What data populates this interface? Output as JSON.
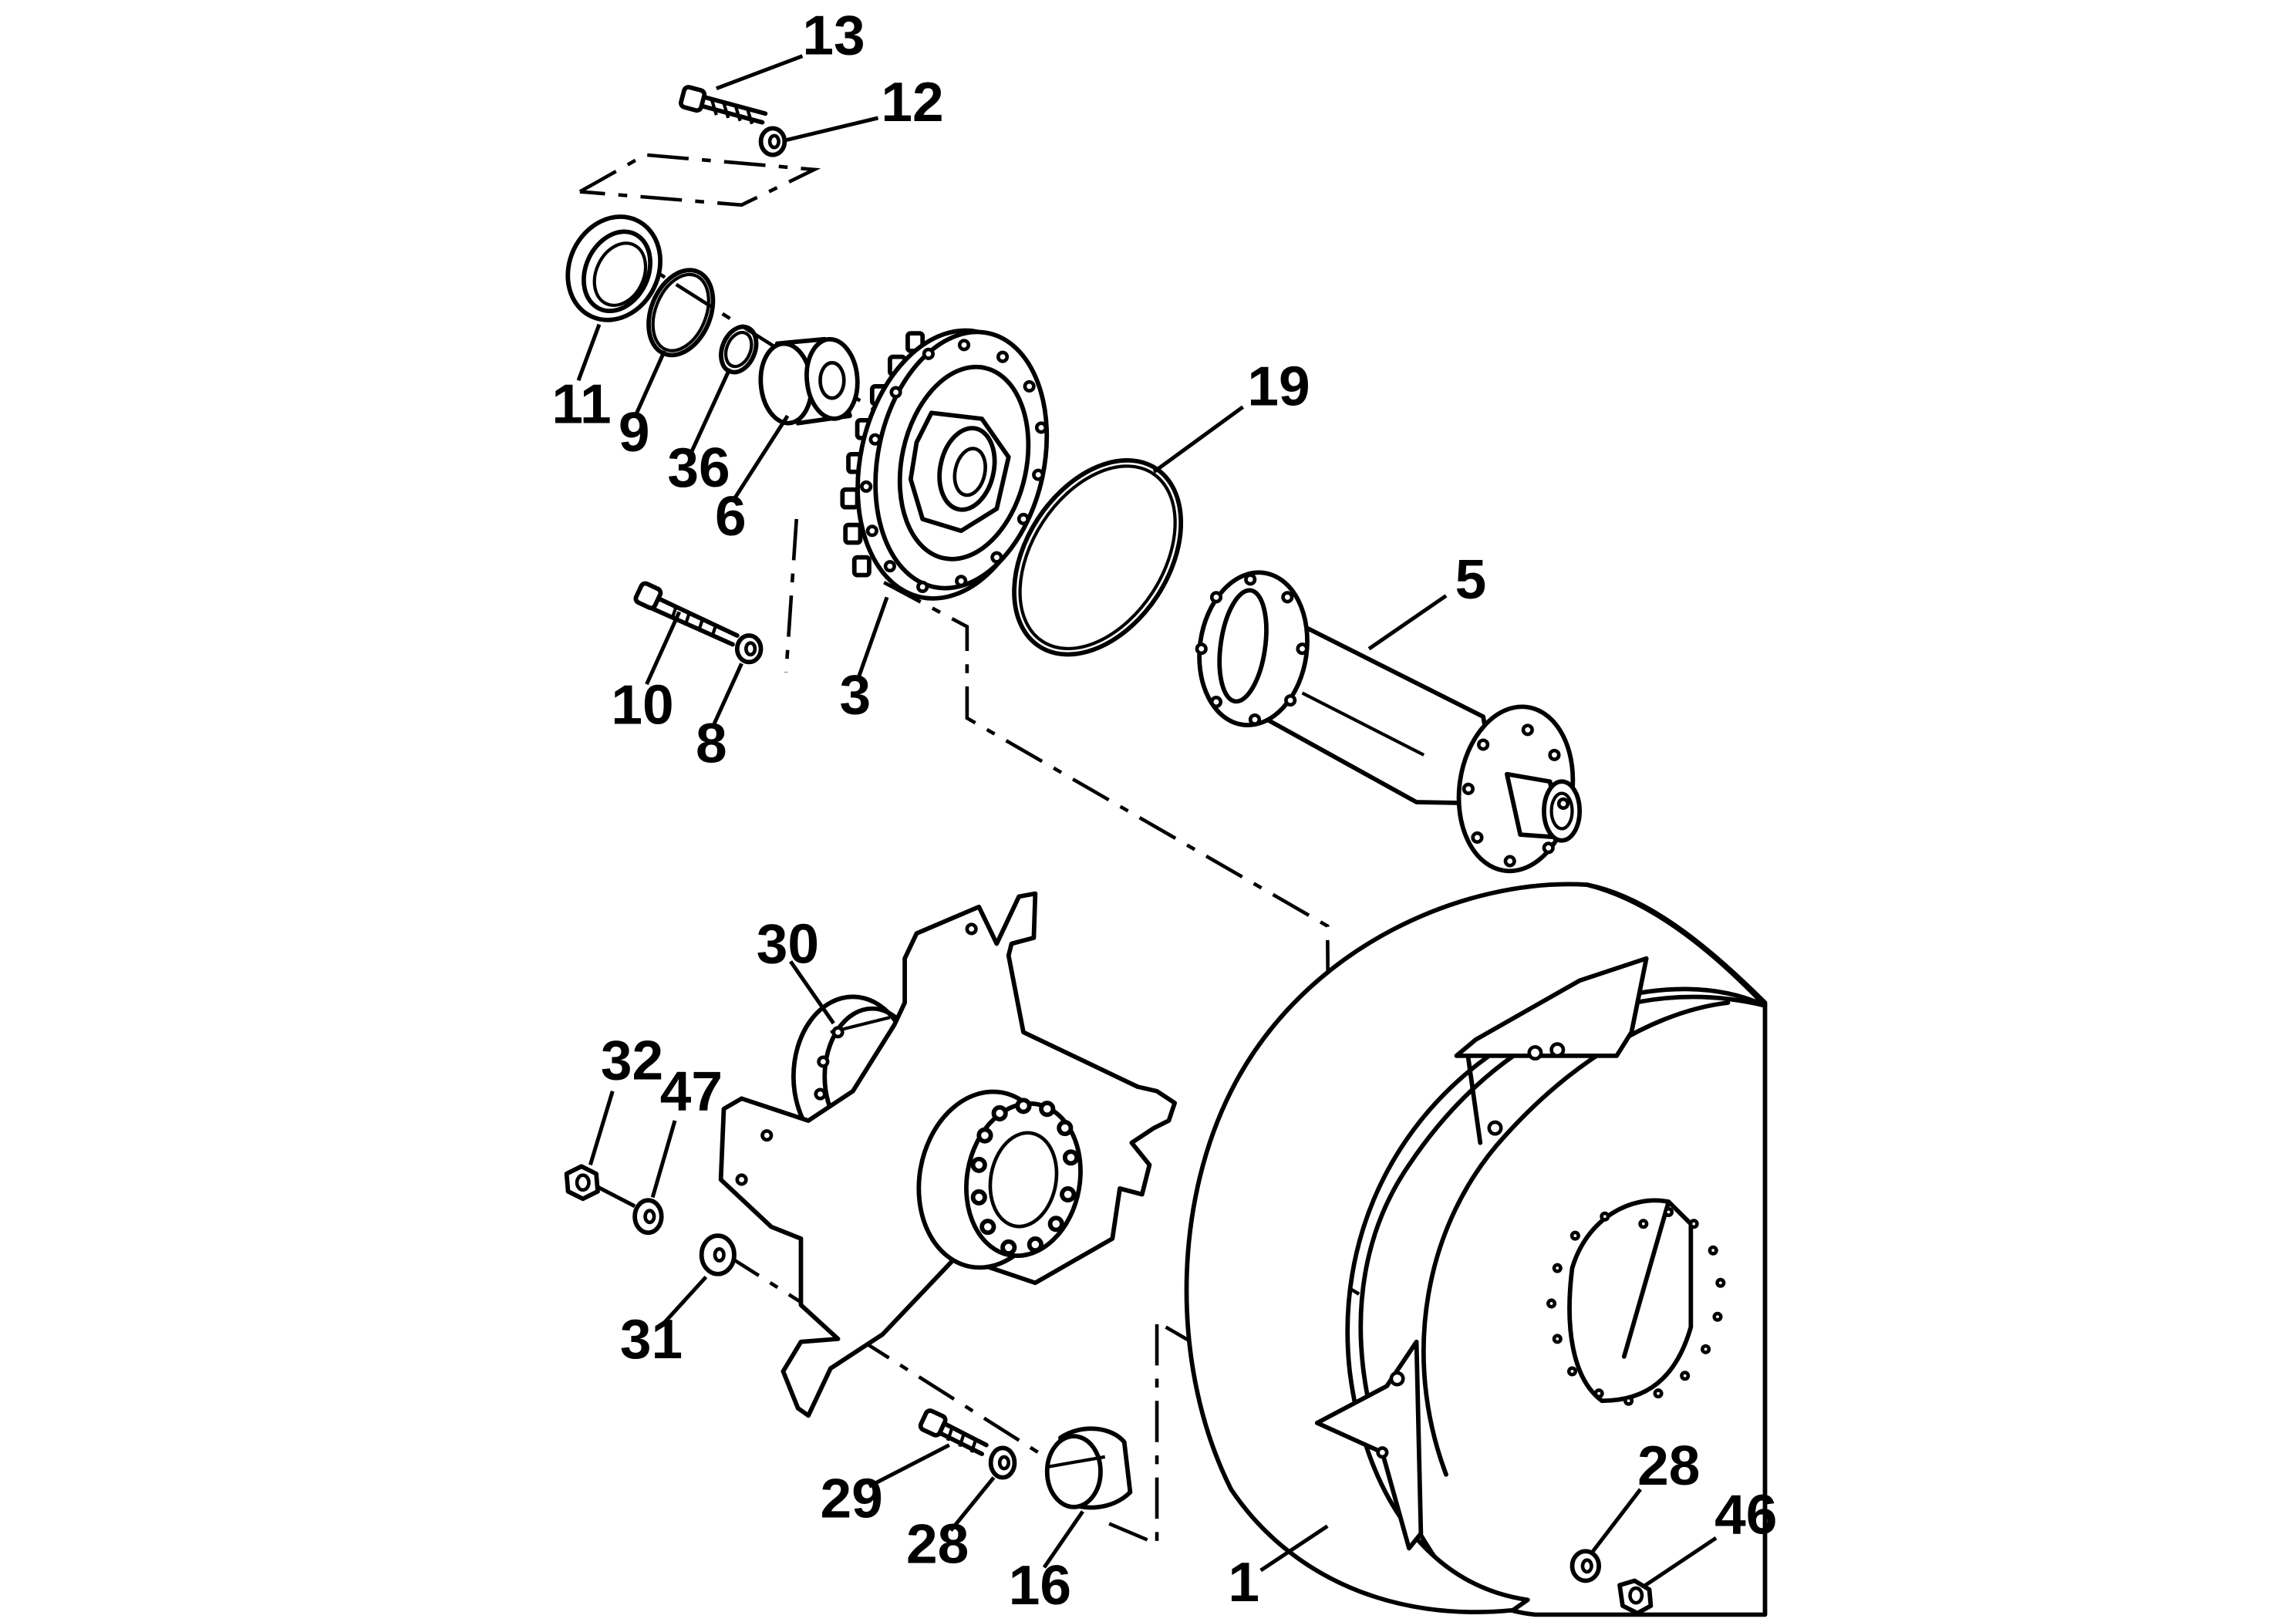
{
  "callouts": {
    "c13": "13",
    "c12": "12",
    "c11": "11",
    "c9": "9",
    "c36": "36",
    "c6": "6",
    "c19": "19",
    "c5": "5",
    "c10": "10",
    "c8": "8",
    "c3": "3",
    "c30": "30",
    "c32": "32",
    "c47": "47",
    "c31": "31",
    "c29": "29",
    "c28a": "28",
    "c16": "16",
    "c1": "1",
    "c28b": "28",
    "c46": "46"
  }
}
